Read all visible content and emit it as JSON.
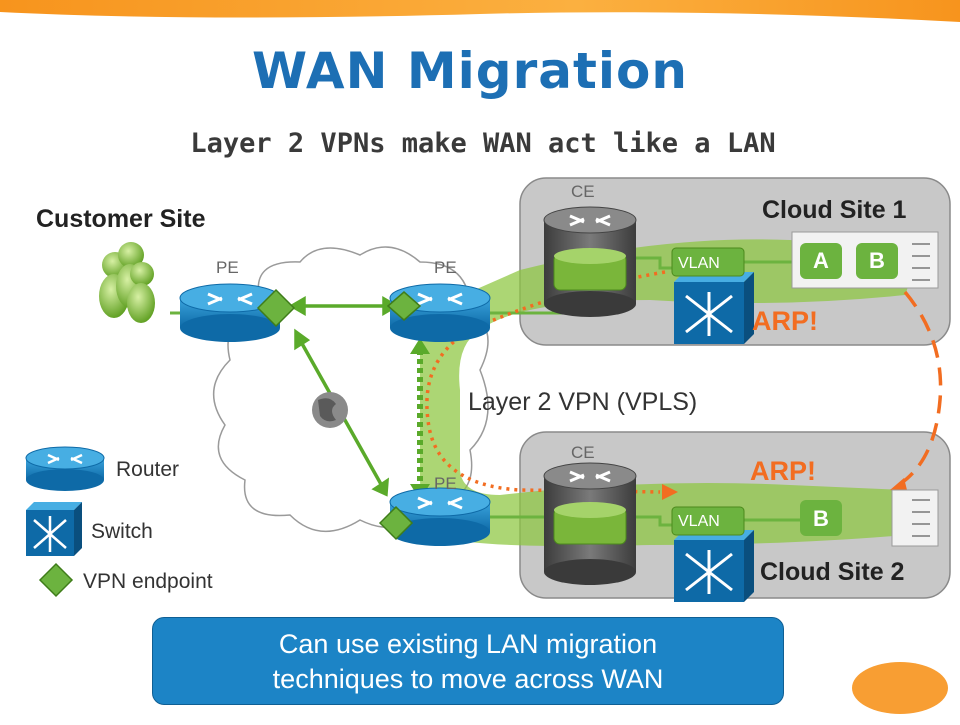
{
  "title": "WAN Migration",
  "subtitle": "Layer 2 VPNs make WAN act like a LAN",
  "customer_site": {
    "label": "Customer Site",
    "pe_label": "PE"
  },
  "cloud_site_1": {
    "label": "Cloud Site 1",
    "ce_label": "CE",
    "pe_label": "PE",
    "vlan_label": "VLAN",
    "vms": [
      "A",
      "B"
    ],
    "arp": "ARP!"
  },
  "cloud_site_2": {
    "label": "Cloud Site 2",
    "ce_label": "CE",
    "pe_label": "PE",
    "vlan_label": "VLAN",
    "vms": [
      "B"
    ],
    "arp": "ARP!"
  },
  "vpn_label": "Layer 2 VPN (VPLS)",
  "legend": {
    "router": "Router",
    "switch": "Switch",
    "vpn_endpoint": "VPN endpoint"
  },
  "callout": {
    "line1": "Can use existing LAN migration",
    "line2": "techniques to move across WAN"
  },
  "colors": {
    "title": "#1d6fb4",
    "accent": "#f26d21",
    "vpn_green": "#8cc63f",
    "router_blue": "#1f8bc9",
    "callout": "#1c84c6"
  },
  "icons": [
    "people-icon",
    "router-icon",
    "switch-icon",
    "globe-icon",
    "vpn-endpoint-icon",
    "server-icon"
  ]
}
